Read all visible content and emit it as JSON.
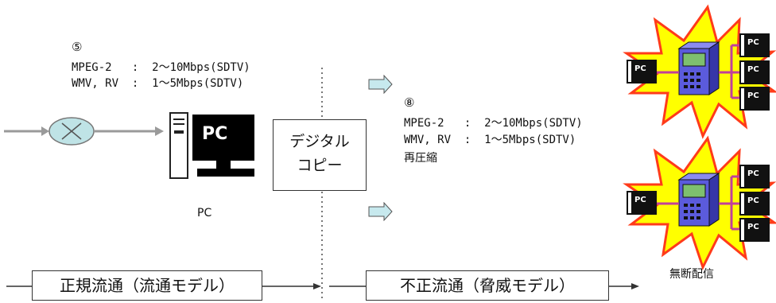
{
  "left_block": {
    "number": "⑤",
    "lines": [
      "MPEG-2   :  2～10Mbps(SDTV)",
      "WMV, RV  :  1～5Mbps(SDTV)"
    ]
  },
  "right_block": {
    "number": "⑧",
    "lines": [
      "MPEG-2   :  2～10Mbps(SDTV)",
      "WMV, RV  :  1～5Mbps(SDTV)"
    ],
    "recompress": "再圧縮"
  },
  "center_pc": {
    "screen_label": "PC",
    "caption": "PC"
  },
  "copy_box": {
    "line1": "デジタル",
    "line2": "コピー"
  },
  "small_pc_label": "PC",
  "distribution_caption": "無断配信",
  "legal_box": "正規流通（流通モデル）",
  "illegal_box": "不正流通（脅威モデル）",
  "colors": {
    "ellipse_fill": "#bfe3e6",
    "arrow_fill": "#c7e9ee",
    "burst_fill": "#ffff00",
    "burst_stroke": "#ff3b1a",
    "server_fill": "#5b5bdc",
    "connector": "#c0409a"
  }
}
